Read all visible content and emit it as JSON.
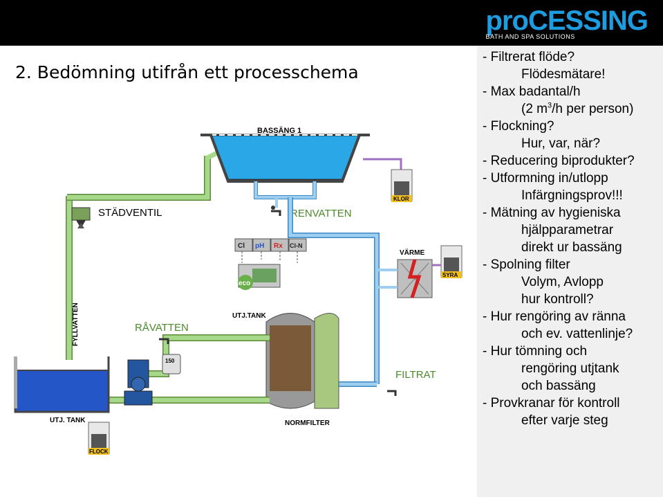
{
  "header": {
    "logo_text_pro": "pro",
    "logo_text_cessing": "CESSING",
    "logo_tagline": "BATH AND SPA SOLUTIONS"
  },
  "title": "2. Bedömning utifrån ett processchema",
  "diagram": {
    "labels": {
      "bassang": "BASSÄNG 1",
      "stadventil": "STÄDVENTIL",
      "renvatten": "RENVATTEN",
      "ravatten": "RÅVATTEN",
      "filtrat": "FILTRAT",
      "fyllvatten": "FYLLVATTEN",
      "utj_tank_top": "UTJ.TANK",
      "utj_tank_bottom": "UTJ. TANK",
      "normfilter": "NORMFILTER",
      "varme": "VÄRME",
      "klor": "KLOR",
      "syra": "SYRA",
      "flock": "FLOCK",
      "eco": "eco",
      "gauge_value": "150",
      "sensors": [
        "Cl",
        "pH",
        "Rx",
        "Cl-N"
      ]
    },
    "colors": {
      "water": "#2aa7e6",
      "deep_water": "#2456c8",
      "green_pipe": "#a8d98a",
      "blue_pipe": "#9fcff0",
      "purple_pipe": "#a070c0",
      "heater_red": "#d42020",
      "label_green": "#4a8a2a"
    }
  },
  "notes": [
    {
      "line": "- Filtrerat flöde?",
      "sub": [
        "Flödesmätare!"
      ]
    },
    {
      "line": "- Max badantal/h",
      "sub_pre": "(2 m",
      "sub_sup": "3",
      "sub_post": "/h per person)"
    },
    {
      "line": "- Flockning?",
      "sub": [
        "Hur, var, när?"
      ]
    },
    {
      "line": "- Reducering biprodukter?",
      "sub": []
    },
    {
      "line": "- Utformning in/utlopp",
      "sub": [
        "Infärgningsprov!!!"
      ]
    },
    {
      "line": "- Mätning av hygieniska",
      "sub": [
        "hjälpparametrar",
        "direkt ur bassäng"
      ]
    },
    {
      "line": "- Spolning filter",
      "sub": [
        "Volym, Avlopp",
        "hur kontroll?"
      ]
    },
    {
      "line": "- Hur rengöring av ränna",
      "sub": [
        "och ev. vattenlinje?"
      ]
    },
    {
      "line": "- Hur tömning och",
      "sub": [
        "rengöring utjtank",
        "och bassäng"
      ]
    },
    {
      "line": "- Provkranar för kontroll",
      "sub": [
        "efter varje steg"
      ]
    }
  ]
}
